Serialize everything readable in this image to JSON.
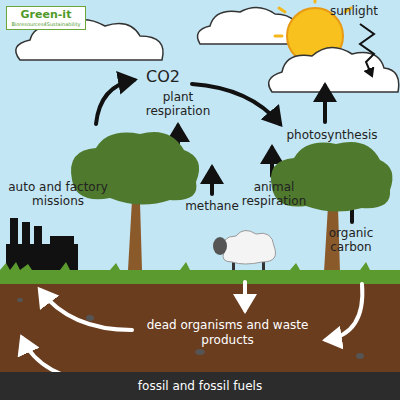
{
  "diagram": {
    "nodes": [
      {
        "text": [
          "Green-it",
          "Bioresources4Sustainability"
        ]
      },
      {
        "text": [
          "dead organisms and waste products"
        ]
      },
      {
        "text": [
          "fossil and fossil fuels"
        ]
      }
    ],
    "labels": [
      "CO2",
      "sunlight",
      "plant respiration",
      "photosynthesis",
      "auto and factory missions",
      "methane",
      "animal respiration",
      "organic carbon"
    ]
  }
}
